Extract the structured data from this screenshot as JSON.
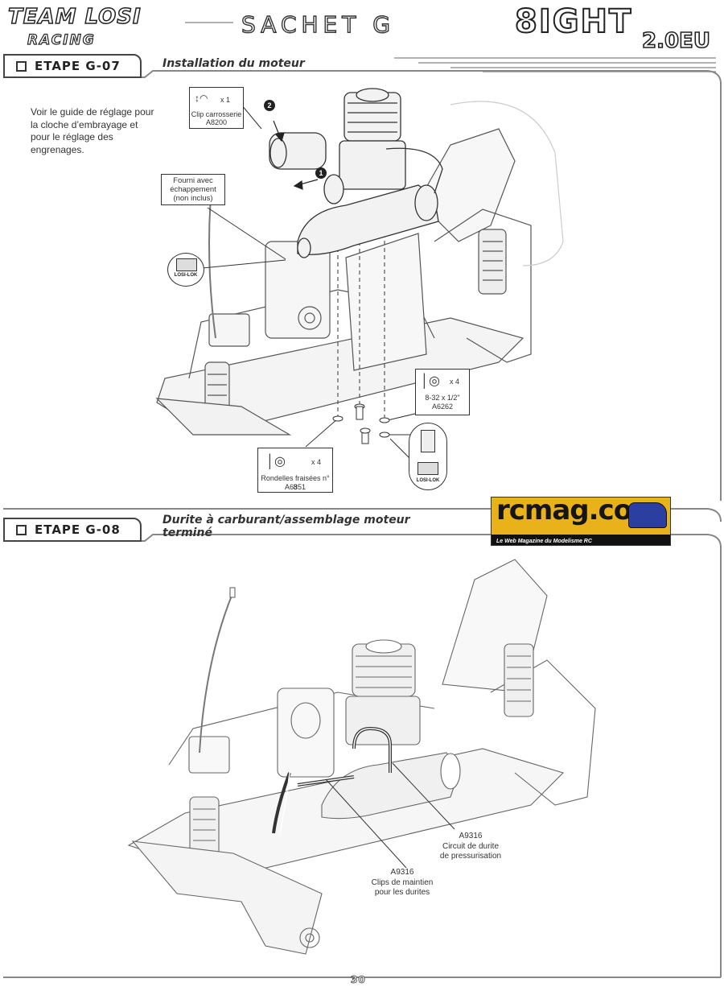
{
  "header": {
    "brand_team": "TEAM LOSI",
    "brand_racing": "RACING",
    "title": "SACHET G",
    "product": "8IGHT",
    "product_version": "2.0EU"
  },
  "step1": {
    "label": "ETAPE G-07",
    "subtitle": "Installation du moteur",
    "note": "Voir le guide de réglage pour la cloche d’embrayage et pour le réglage des engrenages.",
    "callouts": {
      "clip": {
        "qty": "x 1",
        "name": "Clip carrosserie",
        "ref": "A8200"
      },
      "pipe_note": "Fourni avec échappement (non inclus)",
      "screw": {
        "qty": "x 4",
        "name": "8-32 x 1/2\"",
        "ref": "A6262"
      },
      "washer": {
        "qty": "x 4",
        "name": "Rondelles fraisées n° 8",
        "ref": "A6351"
      },
      "losilok_1": "LOSI-LOK",
      "losilok_2": "LOSI-LOK",
      "num_1": "1",
      "num_2": "2"
    }
  },
  "step2": {
    "label": "ETAPE G-08",
    "subtitle_line1": "Durite à carburant/assemblage moteur",
    "subtitle_line2": "terminé",
    "callouts": {
      "pressure": {
        "ref": "A9316",
        "line1": "Circuit de durite",
        "line2": "de pressurisation"
      },
      "clips": {
        "ref": "A9316",
        "line1": "Clips de maintien",
        "line2": "pour les durites"
      }
    }
  },
  "ad": {
    "name": "rcmag.com",
    "tagline": "Le Web Magazine du Modelisme RC"
  },
  "footer": {
    "page": "30"
  }
}
